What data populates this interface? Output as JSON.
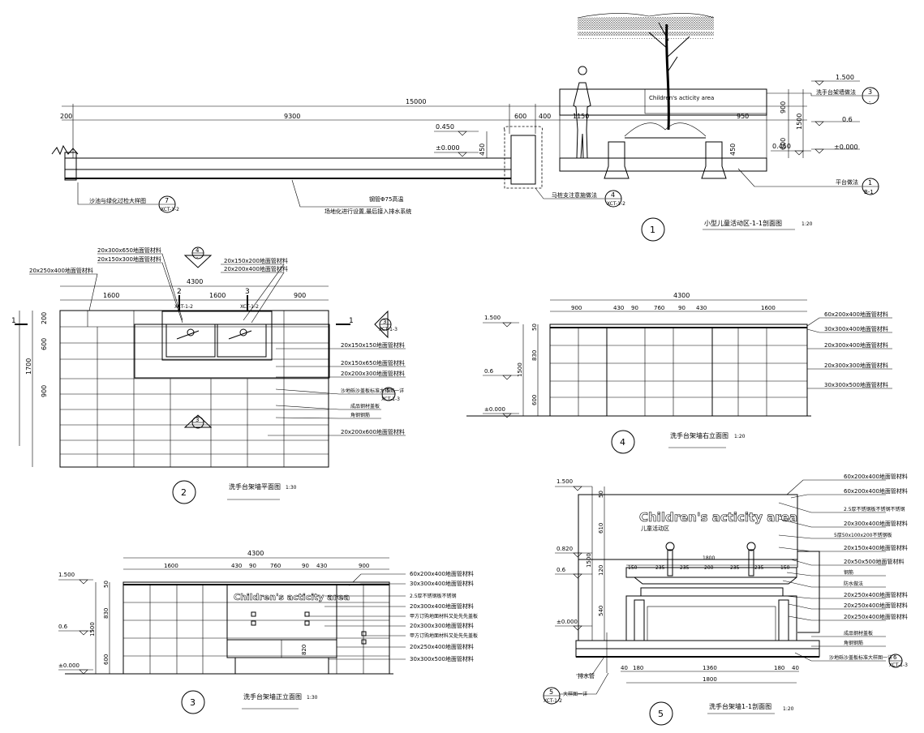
{
  "section1": {
    "caption": "小型儿童活动区-1-1剖面图",
    "scale": "1:20",
    "number": "1",
    "dims_top": [
      "15000",
      "200",
      "9300",
      "600",
      "400",
      "1150",
      "950"
    ],
    "levels": [
      "0.450",
      "±0.000",
      "0.450",
      "±0.000",
      "0.6",
      "1.500"
    ],
    "vdims": [
      "450",
      "900",
      "1500",
      "600",
      "450"
    ],
    "sign_text": "Children's acticity area",
    "labels": [
      "沙池与绿化过检大样图",
      "钢管Φ75高温",
      "场地化进行设置,最后接入排水系统",
      "马桩支注意施做法",
      "洗手台架墙做法",
      "平台做法"
    ],
    "callouts": [
      {
        "num": "7",
        "ref": "XCT-1-2"
      },
      {
        "num": "4",
        "ref": "XCT-1-2"
      },
      {
        "num": "3",
        "ref": "-"
      },
      {
        "num": "1",
        "ref": "B-1"
      }
    ]
  },
  "section2": {
    "caption": "洗手台架墙平面图",
    "scale": "1:30",
    "number": "2",
    "total": "4300",
    "dims": [
      "1600",
      "1600",
      "900"
    ],
    "vdims": [
      "200",
      "600",
      "1700",
      "900"
    ],
    "labels_top": [
      "20x300x650地面管材料",
      "20x150x300地面管材料",
      "20x250x400地面管材料",
      "20x150x200地面管材料",
      "20x200x400地面管材料"
    ],
    "labels_right": [
      "20x150x150地面管材料",
      "20x150x650地面管材料",
      "20x200x300地面管材料",
      "沙地砾沙盖板标准大样图一详",
      "成品钢材盖板",
      "角钢钢筋",
      "20x200x600地面管材料"
    ],
    "section_marks": [
      "1",
      "1",
      "2",
      "3"
    ],
    "callouts": [
      {
        "num": "4",
        "ref": "-"
      },
      {
        "num": "3",
        "ref": "XCT-1-3"
      },
      {
        "num": "5",
        "ref": "XCT-1-3"
      },
      {
        "num": "3",
        "ref": "-"
      }
    ],
    "refs": [
      "XCT-1-2",
      "XCT-1-2"
    ]
  },
  "section3": {
    "caption": "洗手台架墙正立面图",
    "scale": "1:30",
    "number": "3",
    "total": "4300",
    "dims": [
      "1600",
      "430",
      "90",
      "760",
      "90",
      "430",
      "900"
    ],
    "levels": [
      "1.500",
      "0.6",
      "±0.000"
    ],
    "vdims": [
      "50",
      "830",
      "1500",
      "600",
      "820"
    ],
    "sign_text": "Children's acticity area",
    "labels_right": [
      "60x200x400地面管材料",
      "30x300x400地面管材料",
      "2.5厚不锈钢板不锈钢",
      "20x300x400地面管材料",
      "甲方订购地面材料又处先先盖板",
      "20x300x300地面管材料",
      "甲方订购地面材料又处先先盖板",
      "20x250x400地面管材料",
      "30x300x500地面管材料"
    ]
  },
  "section4": {
    "caption": "洗手台架墙右立面图",
    "scale": "1:20",
    "number": "4",
    "total": "4300",
    "dims": [
      "900",
      "430",
      "90",
      "760",
      "90",
      "430",
      "1600"
    ],
    "levels": [
      "1.500",
      "0.6",
      "±0.000"
    ],
    "vdims": [
      "50",
      "830",
      "1500",
      "600"
    ],
    "labels_right": [
      "60x200x400地面管材料",
      "30x300x400地面管材料",
      "20x300x400地面管材料",
      "20x300x300地面管材料",
      "30x300x500地面管材料"
    ]
  },
  "section5": {
    "caption": "洗手台架墙1-1剖面图",
    "scale": "1:20",
    "number": "5",
    "levels": [
      "1.500",
      "0.820",
      "0.6",
      "±0.000"
    ],
    "vdims": [
      "50",
      "610",
      "1500",
      "120",
      "540"
    ],
    "dims_inner": [
      "150",
      "235",
      "235",
      "200",
      "235",
      "235",
      "150",
      "1800"
    ],
    "dims_bottom": [
      "40",
      "180",
      "1360",
      "180",
      "40",
      "1800"
    ],
    "sign_text": "Children's acticity area",
    "sign_sub": "儿童活动区",
    "labels_right": [
      "60x200x400地面管材料",
      "60x200x400地面管材料",
      "2.5厚不锈钢板不锈钢不锈钢",
      "20x300x400地面管材料",
      "5厚50x100x200不锈钢板",
      "20x150x400地面管材料",
      "20x50x500地面管材料",
      "钢筋",
      "防水做法",
      "20x250x400地面管材料",
      "20x250x400地面管材料",
      "20x250x400地面管材料",
      "成品钢材盖板",
      "角钢钢筋",
      "沙地砾沙盖板标准大样图一详"
    ],
    "labels_left": [
      "排水管",
      "大样图一详"
    ],
    "callouts": [
      {
        "num": "5",
        "ref": "XCT-1-2"
      },
      {
        "num": "6",
        "ref": "XCT-1-3"
      }
    ]
  }
}
